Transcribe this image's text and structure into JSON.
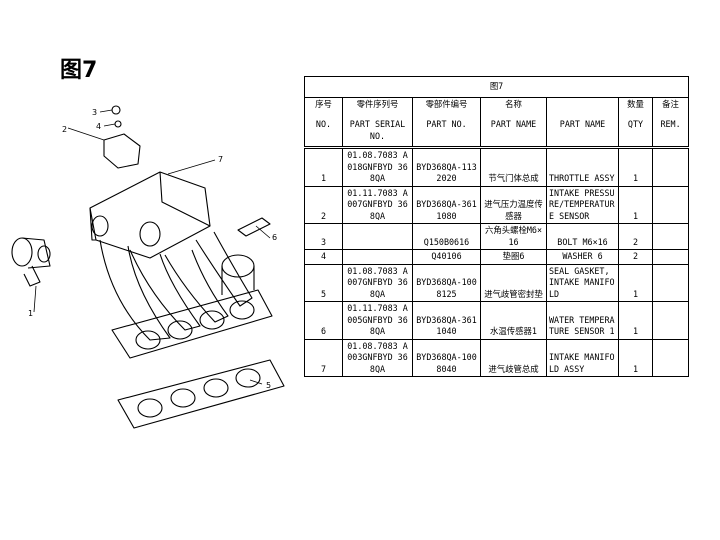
{
  "figure_title": "图7",
  "diagram": {
    "callouts": [
      "1",
      "2",
      "3",
      "4",
      "5",
      "6",
      "7"
    ]
  },
  "table": {
    "caption": "图7",
    "headers": {
      "no": {
        "cn": "序号",
        "en": "NO."
      },
      "serial": {
        "cn": "零件序列号",
        "en": "PART SERIAL NO."
      },
      "part_no": {
        "cn": "零部件编号",
        "en": "PART NO."
      },
      "name_cn": {
        "cn": "名称",
        "en": "PART NAME"
      },
      "name_en": {
        "cn": "",
        "en": "PART NAME"
      },
      "qty": {
        "cn": "数量",
        "en": "QTY"
      },
      "rem": {
        "cn": "备注",
        "en": "REM."
      }
    },
    "rows": [
      {
        "no": "1",
        "serial": "01.08.7083 A018GNFBYD 368QA",
        "part_no": "BYD368QA-1132020",
        "name_cn": "节气门体总成",
        "name_en": "THROTTLE ASSY",
        "qty": "1",
        "rem": ""
      },
      {
        "no": "2",
        "serial": "01.11.7083 A007GNFBYD 368QA",
        "part_no": "BYD368QA-3611080",
        "name_cn": "进气压力温度传感器",
        "name_en": "INTAKE PRESSURE/TEMPERATURE SENSOR",
        "qty": "1",
        "rem": ""
      },
      {
        "no": "3",
        "serial": "",
        "part_no": "Q150B0616",
        "name_cn": "六角头螺栓M6×16",
        "name_en": "BOLT M6×16",
        "qty": "2",
        "rem": ""
      },
      {
        "no": "4",
        "serial": "",
        "part_no": "Q40106",
        "name_cn": "垫圈6",
        "name_en": "WASHER 6",
        "qty": "2",
        "rem": ""
      },
      {
        "no": "5",
        "serial": "01.08.7083 A007GNFBYD 368QA",
        "part_no": "BYD368QA-1008125",
        "name_cn": "进气歧管密封垫",
        "name_en": "SEAL GASKET, INTAKE MANIFOLD",
        "qty": "1",
        "rem": ""
      },
      {
        "no": "6",
        "serial": "01.11.7083 A005GNFBYD 368QA",
        "part_no": "BYD368QA-3611040",
        "name_cn": "水温传感器1",
        "name_en": "WATER TEMPERATURE SENSOR 1",
        "qty": "1",
        "rem": ""
      },
      {
        "no": "7",
        "serial": "01.08.7083 A003GNFBYD 368QA",
        "part_no": "BYD368QA-1008040",
        "name_cn": "进气歧管总成",
        "name_en": "INTAKE MANIFOLD ASSY",
        "qty": "1",
        "rem": ""
      }
    ]
  }
}
